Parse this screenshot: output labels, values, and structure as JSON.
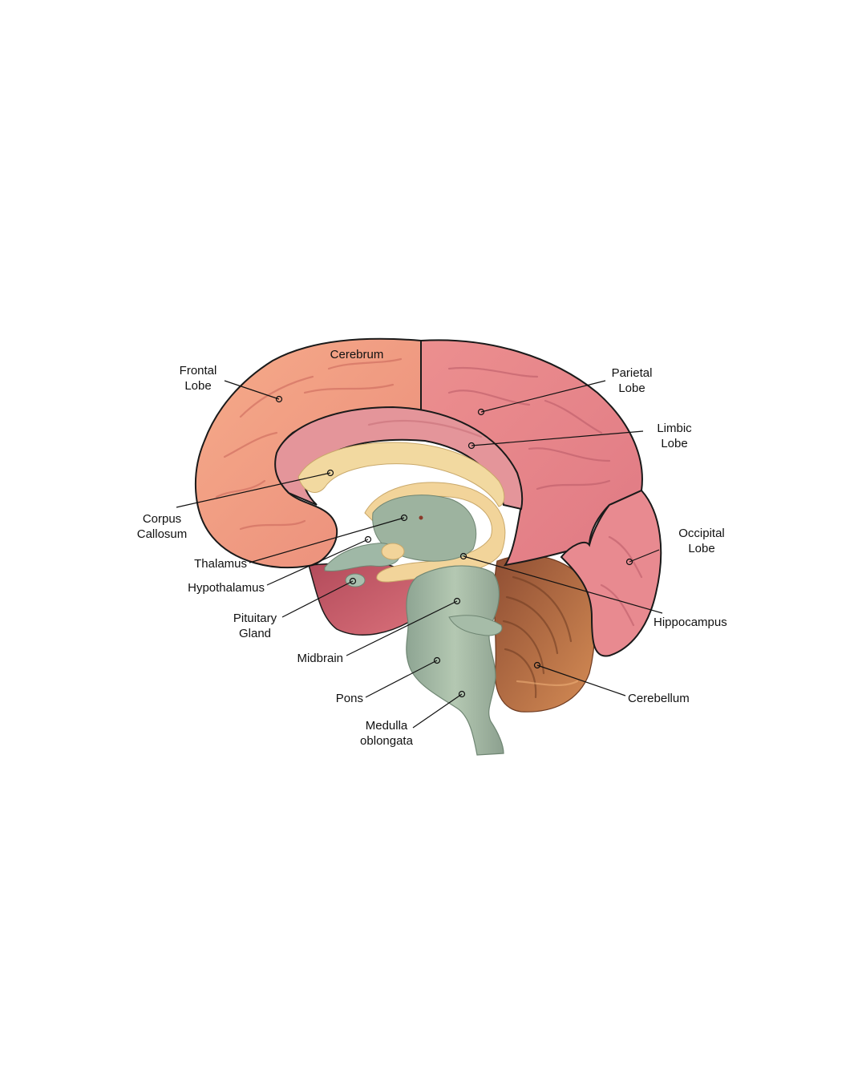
{
  "labels": {
    "cerebrum": [
      "Cerebrum"
    ],
    "frontal_lobe": [
      "Frontal",
      "Lobe"
    ],
    "parietal_lobe": [
      "Parietal",
      "Lobe"
    ],
    "limbic_lobe": [
      "Limbic",
      "Lobe"
    ],
    "occipital_lobe": [
      "Occipital",
      "Lobe"
    ],
    "corpus_callosum": [
      "Corpus",
      "Callosum"
    ],
    "thalamus": [
      "Thalamus"
    ],
    "hypothalamus": [
      "Hypothalamus"
    ],
    "pituitary_gland": [
      "Pituitary",
      "Gland"
    ],
    "midbrain": [
      "Midbrain"
    ],
    "pons": [
      "Pons"
    ],
    "medulla_oblongata": [
      "Medulla",
      "oblongata"
    ],
    "hippocampus": [
      "Hippocampus"
    ],
    "cerebellum": [
      "Cerebellum"
    ]
  },
  "colors": {
    "frontal": "#f0987e",
    "parietal": "#e9858a",
    "limbic": "#e48f95",
    "corpus_callosum": "#f1d9a0",
    "brainstem": "#9fb5a0",
    "cerebellum": "#b9744a",
    "temporal": "#c45a66",
    "outline": "#1a1a1a"
  }
}
